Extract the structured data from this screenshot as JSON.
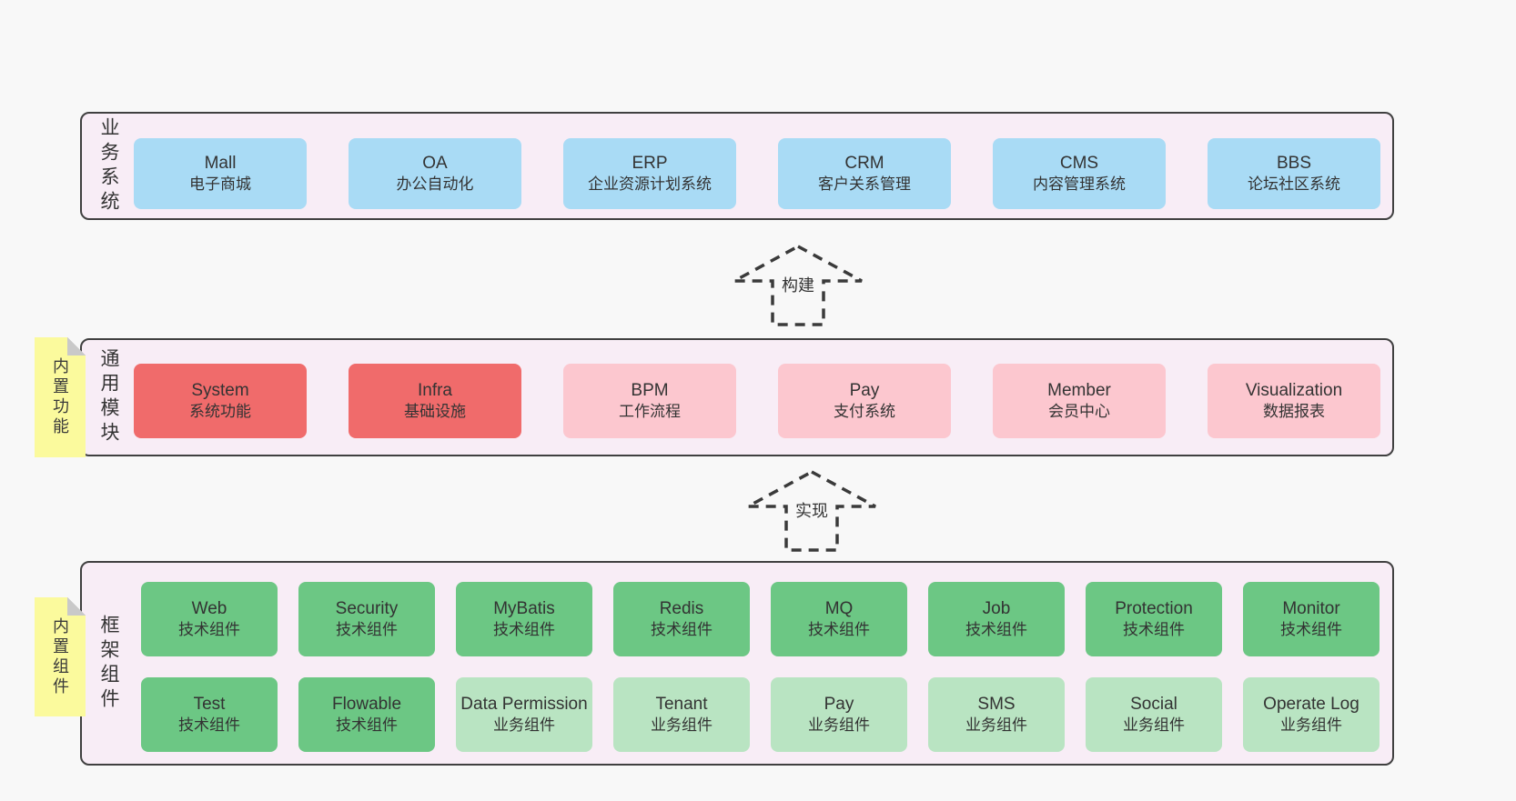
{
  "diagram": {
    "background": "#f8f8f8",
    "colors": {
      "band_background": "#f8edf6",
      "band_border": "#404040",
      "business_system_box": "#a9dbf5",
      "core_module_box": "#f06b6b",
      "optional_module_box": "#fcc7cf",
      "tech_component_box": "#6cc784",
      "biz_component_box": "#b9e4c2",
      "sticky_note": "#fbfa9d",
      "arrow_stroke": "#3a3a3a"
    },
    "arrows": [
      {
        "label": "构建"
      },
      {
        "label": "实现"
      }
    ],
    "notes": [
      {
        "text": "内置功能"
      },
      {
        "text": "内置组件"
      }
    ],
    "bands": [
      {
        "label": "业务系统",
        "boxes": [
          {
            "title": "Mall",
            "subtitle": "电子商城"
          },
          {
            "title": "OA",
            "subtitle": "办公自动化"
          },
          {
            "title": "ERP",
            "subtitle": "企业资源计划系统"
          },
          {
            "title": "CRM",
            "subtitle": "客户关系管理"
          },
          {
            "title": "CMS",
            "subtitle": "内容管理系统"
          },
          {
            "title": "BBS",
            "subtitle": "论坛社区系统"
          }
        ]
      },
      {
        "label": "通用模块",
        "boxes": [
          {
            "title": "System",
            "subtitle": "系统功能"
          },
          {
            "title": "Infra",
            "subtitle": "基础设施"
          },
          {
            "title": "BPM",
            "subtitle": "工作流程"
          },
          {
            "title": "Pay",
            "subtitle": "支付系统"
          },
          {
            "title": "Member",
            "subtitle": "会员中心"
          },
          {
            "title": "Visualization",
            "subtitle": "数据报表"
          }
        ]
      },
      {
        "label": "框架组件",
        "rows": [
          [
            {
              "title": "Web",
              "subtitle": "技术组件"
            },
            {
              "title": "Security",
              "subtitle": "技术组件"
            },
            {
              "title": "MyBatis",
              "subtitle": "技术组件"
            },
            {
              "title": "Redis",
              "subtitle": "技术组件"
            },
            {
              "title": "MQ",
              "subtitle": "技术组件"
            },
            {
              "title": "Job",
              "subtitle": "技术组件"
            },
            {
              "title": "Protection",
              "subtitle": "技术组件"
            },
            {
              "title": "Monitor",
              "subtitle": "技术组件"
            }
          ],
          [
            {
              "title": "Test",
              "subtitle": "技术组件"
            },
            {
              "title": "Flowable",
              "subtitle": "技术组件"
            },
            {
              "title": "Data Permission",
              "subtitle": "业务组件"
            },
            {
              "title": "Tenant",
              "subtitle": "业务组件"
            },
            {
              "title": "Pay",
              "subtitle": "业务组件"
            },
            {
              "title": "SMS",
              "subtitle": "业务组件"
            },
            {
              "title": "Social",
              "subtitle": "业务组件"
            },
            {
              "title": "Operate Log",
              "subtitle": "业务组件"
            }
          ]
        ]
      }
    ]
  }
}
